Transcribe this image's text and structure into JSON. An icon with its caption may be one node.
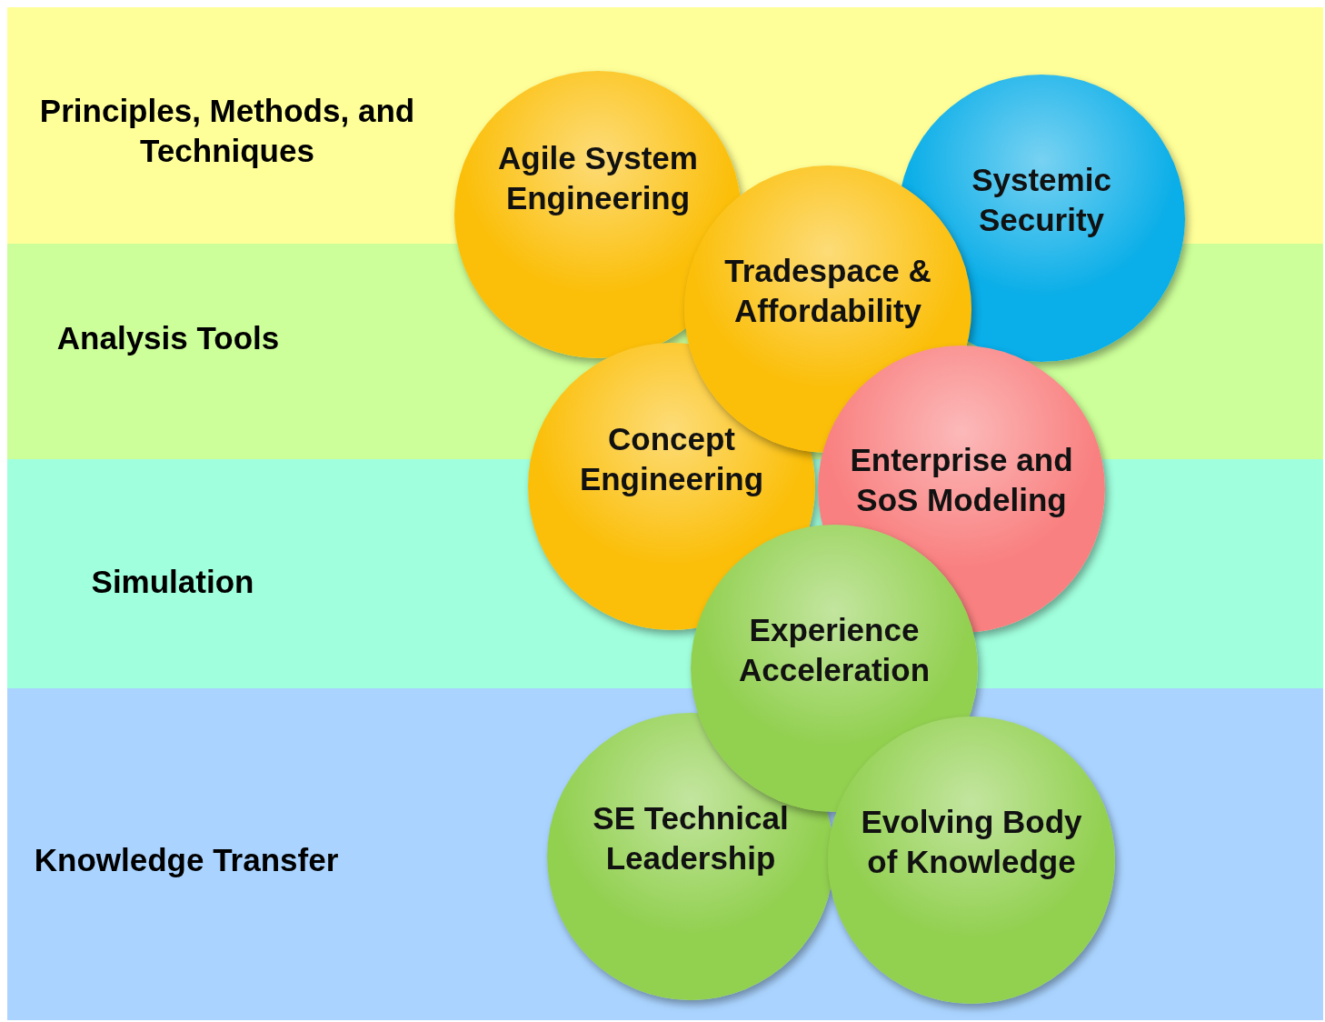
{
  "diagram": {
    "nodes": [
      {
        "text": [
          "Principles, Methods, and Techniques"
        ]
      },
      {
        "text": [
          "Analysis Tools"
        ]
      },
      {
        "text": [
          "Simulation"
        ]
      },
      {
        "text": [
          "Knowledge Transfer"
        ]
      },
      {
        "text": [
          "Agile System Engineering"
        ]
      },
      {
        "text": [
          "Systemic Security"
        ]
      },
      {
        "text": [
          "Tradespace & Affordability"
        ]
      },
      {
        "text": [
          "Concept Engineering"
        ]
      },
      {
        "text": [
          "Enterprise and SoS Modeling"
        ]
      },
      {
        "text": [
          "Experience Acceleration"
        ]
      },
      {
        "text": [
          "SE Technical Leadership"
        ],
        "in": 3
      },
      {
        "text": [
          "Evolving Body of Knowledge"
        ],
        "in": 3
      }
    ],
    "edges": []
  }
}
